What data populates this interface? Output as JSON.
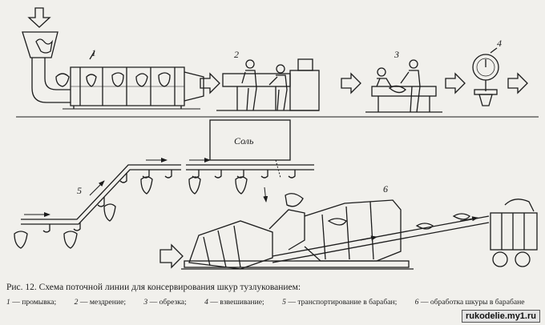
{
  "figure": {
    "caption": "Рис. 12. Схема поточной линии для консервирования шкур тузлукованием:",
    "legend": [
      {
        "num": "1",
        "text": "промывка;"
      },
      {
        "num": "2",
        "text": "мездрение;"
      },
      {
        "num": "3",
        "text": "обрезка;"
      },
      {
        "num": "4",
        "text": "взвешивание;"
      },
      {
        "num": "5",
        "text": "транспортирование в барабан;"
      },
      {
        "num": "6",
        "text": "обработка шкуры в барабане"
      }
    ]
  },
  "labels": {
    "n1": "1",
    "n2": "2",
    "n3": "3",
    "n4": "4",
    "n5": "5",
    "n6": "6",
    "salt_bin": "Соль"
  },
  "watermark": "rukodelie.my1.ru"
}
